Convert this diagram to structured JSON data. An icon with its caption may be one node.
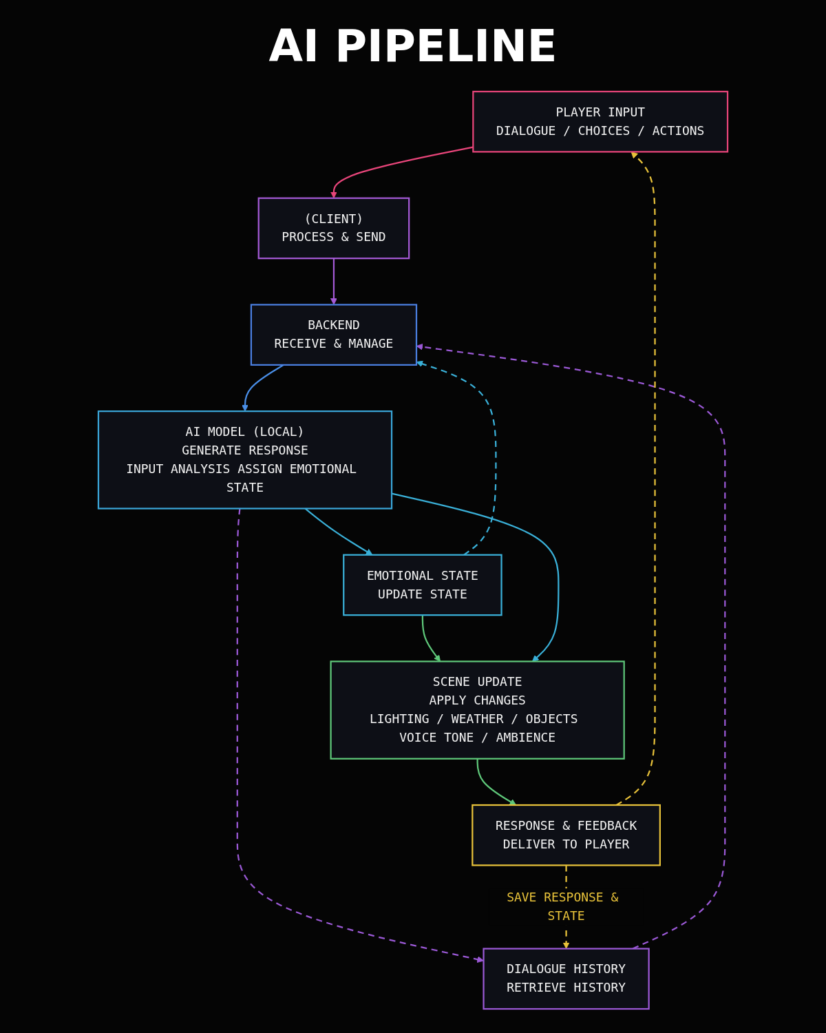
{
  "diagram": {
    "title": "AI PIPELINE",
    "nodes": [
      {
        "text": [
          "PLAYER INPUT",
          "DIALOGUE / CHOICES / ACTIONS"
        ]
      },
      {
        "text": [
          "(CLIENT)",
          "PROCESS & SEND"
        ]
      },
      {
        "text": [
          "BACKEND",
          "RECEIVE & MANAGE"
        ]
      },
      {
        "text": [
          "DIALOGUE HISTORY",
          "RETRIEVE HISTORY"
        ]
      },
      {
        "text": [
          "AI MODEL (LOCAL)",
          "GENERATE RESPONSE",
          "INPUT ANALYSIS ASSIGN EMOTIONAL STATE"
        ]
      },
      {
        "text": [
          "EMOTIONAL STATE",
          "UPDATE STATE"
        ]
      },
      {
        "text": [
          "SCENE UPDATE",
          "APPLY CHANGES",
          "LIGHTING / WEATHER / OBJECTS VOICE TONE / AMBIENCE"
        ]
      },
      {
        "text": [
          "RESPONSE & FEEDBACK",
          "DELIVER TO PLAYER"
        ]
      }
    ],
    "edges": [
      {
        "from": 0,
        "to": 1,
        "arrow": "to",
        "color": "#e8457a"
      },
      {
        "from": 1,
        "to": 2,
        "arrow": "to",
        "color": "#a45ad6"
      },
      {
        "from": 2,
        "to": 4,
        "arrow": "to",
        "color": "#4a8fe8"
      },
      {
        "from": 4,
        "to": 3,
        "arrow": "to",
        "style": "dashed",
        "color": "#9b59d6"
      },
      {
        "from": 3,
        "to": 2,
        "arrow": "to",
        "style": "dashed",
        "color": "#9b59d6"
      },
      {
        "from": 4,
        "to": 5,
        "arrow": "to",
        "color": "#3ab0d8"
      },
      {
        "from": 5,
        "to": 2,
        "arrow": "to",
        "style": "dashed",
        "color": "#3ab0d8"
      },
      {
        "from": 5,
        "to": 6,
        "arrow": "to",
        "color": "#5fc87a"
      },
      {
        "from": 4,
        "to": 6,
        "arrow": "to",
        "color": "#3ab0d8"
      },
      {
        "from": 6,
        "to": 7,
        "arrow": "to",
        "color": "#5fc87a"
      },
      {
        "from": 7,
        "to": 3,
        "arrow": "to",
        "style": "dashed",
        "color": "#e8c23a",
        "label": "SAVE RESPONSE & STATE"
      },
      {
        "from": 7,
        "to": 0,
        "arrow": "to",
        "style": "dashed",
        "color": "#e8c23a"
      }
    ]
  }
}
